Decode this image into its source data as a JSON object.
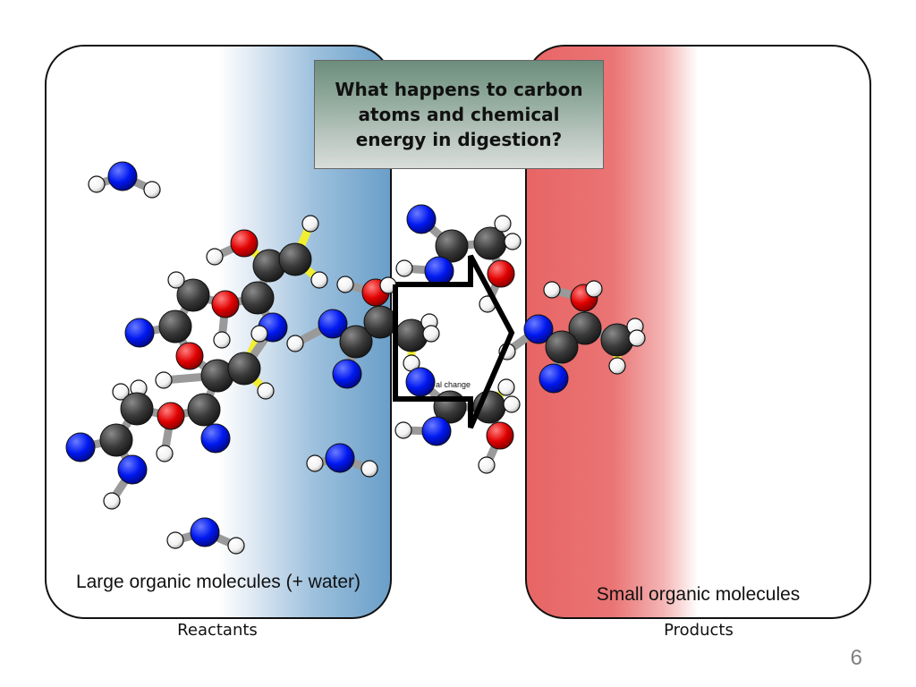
{
  "question": "What happens to carbon atoms and chemical energy in digestion?",
  "left_panel": {
    "label": "Large organic molecules (+ water)",
    "caption": "Reactants"
  },
  "right_panel": {
    "label": "Small organic molecules",
    "caption": "Products"
  },
  "arrow_label": "al change",
  "page_number": "6",
  "colors": {
    "carbon": "#3a3a3a",
    "oxygen": "#e00000",
    "nitrogen": "#0018f0",
    "hydrogen": "#ffffff",
    "bond_gray": "#9a9a9a",
    "bond_yellow": "#f2ef33",
    "reactant_blue": "#6a9fc9",
    "product_red": "#e86565"
  }
}
